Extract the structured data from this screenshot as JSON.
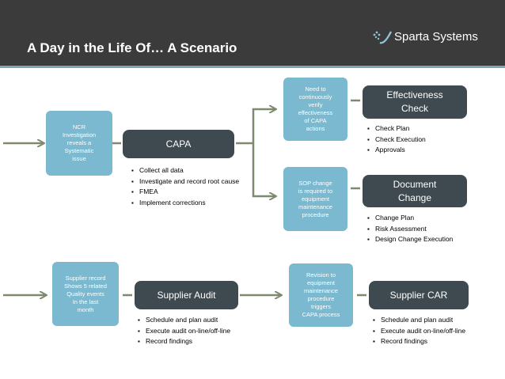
{
  "header": {
    "title": "A Day in the Life Of… A Scenario",
    "logo_text": "Sparta Systems"
  },
  "row1": {
    "trigger": "NCR\nInvestigation\nreveals a\nSystematic\nissue",
    "process": "CAPA",
    "bullets": [
      "Collect all data",
      "Investigate and record root cause",
      "FMEA",
      "Implement corrections"
    ]
  },
  "branch_a": {
    "trigger": "Need to\ncontinuously\nverify\neffectiveness\nof CAPA\nactions",
    "process": "Effectiveness\nCheck",
    "bullets": [
      "Check Plan",
      "Check Execution",
      "Approvals"
    ]
  },
  "branch_b": {
    "trigger": "SOP change\nis required to\nequipment\nmaintenance\nprocedure",
    "process": "Document\nChange",
    "bullets": [
      "Change Plan",
      "Risk Assessment",
      "Design Change Execution"
    ]
  },
  "row2": {
    "trigger": "Supplier record\nShows 5 related\nQuality events\nIn the last\nmonth",
    "process": "Supplier Audit",
    "bullets": [
      "Schedule and plan audit",
      "Execute audit on-line/off-line",
      "Record findings"
    ]
  },
  "row2b": {
    "trigger": "Revision to\nequipment\nmaintenance\nprocedure\ntriggers\nCAPA process",
    "process": "Supplier CAR",
    "bullets": [
      "Schedule and plan audit",
      "Execute audit on-line/off-line",
      "Record findings"
    ]
  },
  "colors": {
    "header": "#3b3b3b",
    "trigger_box": "#7ab9cf",
    "process_box": "#3f4a50",
    "connector": "#7d8a70"
  }
}
